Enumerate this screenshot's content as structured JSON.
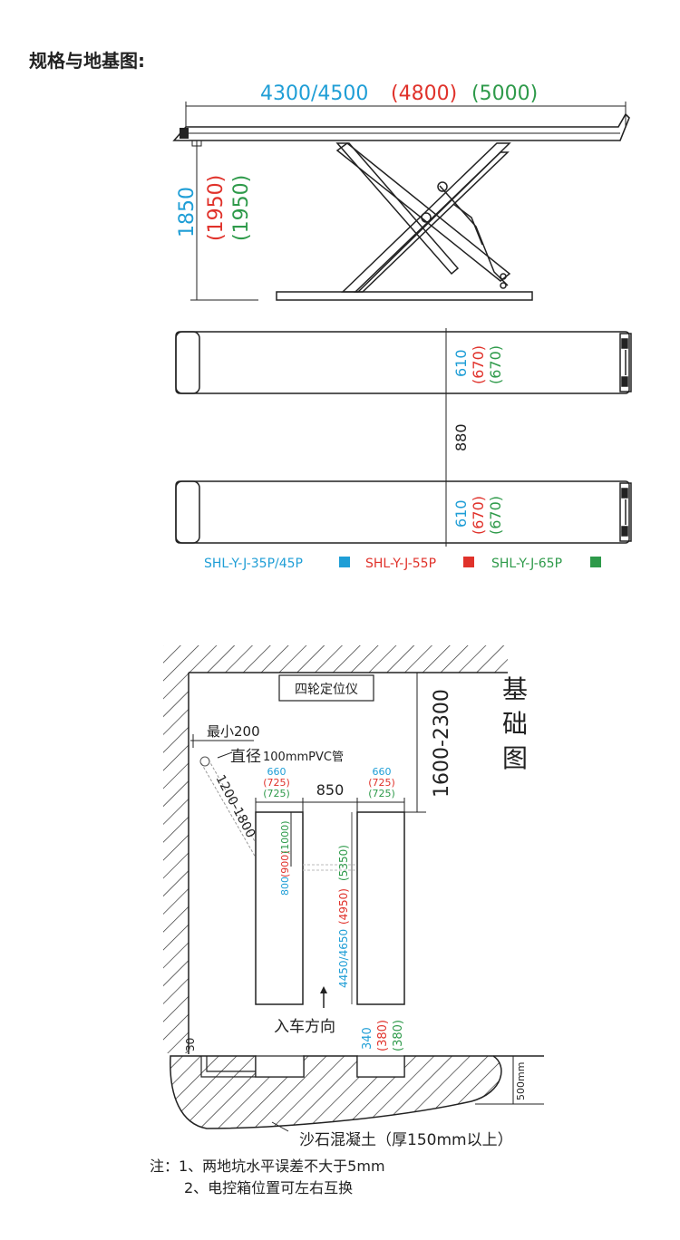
{
  "section_title": "规格与地基图:",
  "colors": {
    "blue": "#1f9ed6",
    "red": "#e0322b",
    "green": "#2e9a4a",
    "line": "#222222"
  },
  "spec": {
    "width_label_blue": "4300/4500",
    "width_label_red": "(4800)",
    "width_label_green": "(5000)",
    "height_blue": "1850",
    "height_red": "(1950)",
    "height_green": "(1950)",
    "platform_top": {
      "blue": "610",
      "red": "(670)",
      "green": "(670)"
    },
    "gap": "880",
    "platform_bottom": {
      "blue": "610",
      "red": "(670)",
      "green": "(670)"
    },
    "legend": [
      {
        "model": "SHL-Y-J-35P/45P",
        "color": "#1f9ed6"
      },
      {
        "model": "SHL-Y-J-55P",
        "color": "#e0322b"
      },
      {
        "model": "SHL-Y-J-65P",
        "color": "#2e9a4a"
      }
    ]
  },
  "foundation": {
    "title_chars": [
      "基",
      "础",
      "图"
    ],
    "aligner_box": "四轮定位仪",
    "min_label": "最小200",
    "pvc_label_a": "直径",
    "pvc_label_b": "100mmPVC管",
    "angle_range": "1200-1800",
    "top_dim": "1600-2300",
    "pit_left_width": {
      "blue": "660",
      "red": "(725)",
      "green": "(725)"
    },
    "pit_gap": "850",
    "pit_right_width": {
      "blue": "660",
      "red": "(725)",
      "green": "(725)"
    },
    "conduit_dim": {
      "blue": "800",
      "red": "(900)",
      "green": "(1000)"
    },
    "pit_length": {
      "blue": "4450/4650",
      "red": "(4950)",
      "green": "(5350)"
    },
    "entry_direction": "入车方向",
    "pit_depth": {
      "blue": "340",
      "red": "(380)",
      "green": "(380)"
    },
    "wall_dim": "30",
    "slab_depth": "500mm",
    "concrete_label": "沙石混凝土（厚150mm以上）"
  },
  "notes": [
    "注：1、两地坑水平误差不大于5mm",
    "2、电控箱位置可左右互换"
  ]
}
